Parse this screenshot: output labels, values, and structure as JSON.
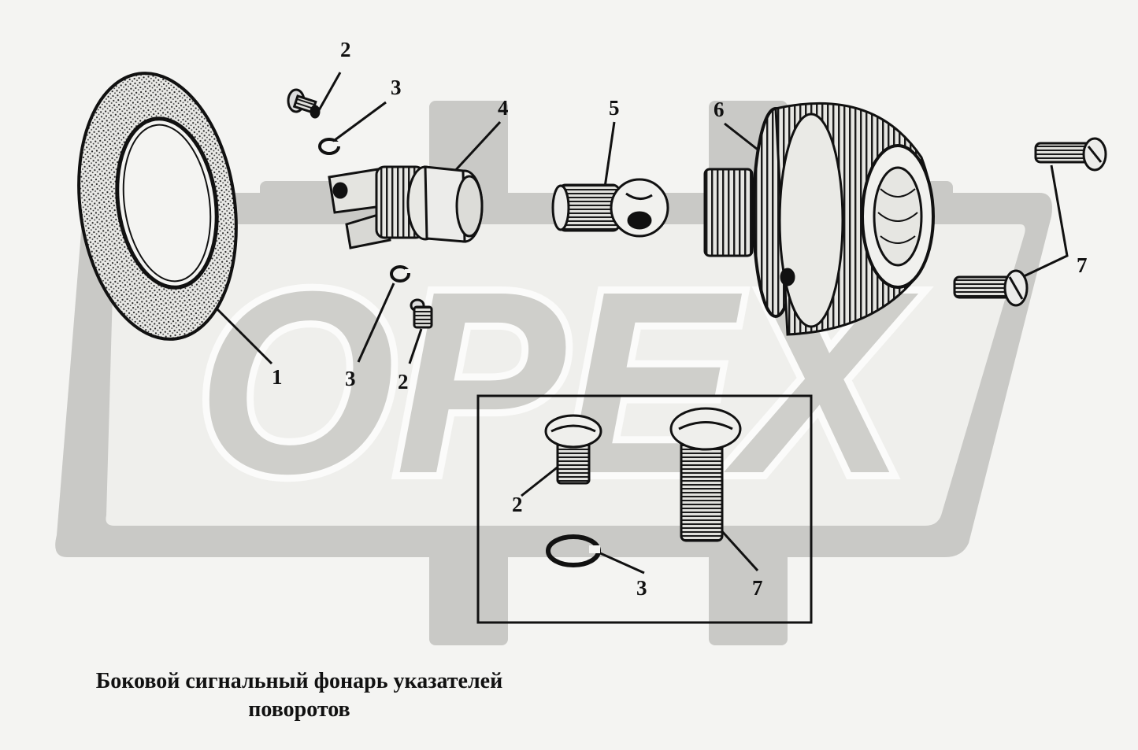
{
  "watermark": {
    "text": "OPEX"
  },
  "callouts": {
    "washer": "1",
    "screw_top": "2",
    "ring_top": "3",
    "socket": "4",
    "bulb": "5",
    "lens_housing": "6",
    "screw_right": "7",
    "ring_bottom": "3",
    "screw_bottom": "2",
    "detail_screw_short": "2",
    "detail_ring": "3",
    "detail_screw_long": "7"
  },
  "caption": {
    "line1": "Боковой сигнальный фонарь указателей",
    "line2": "поворотов"
  }
}
